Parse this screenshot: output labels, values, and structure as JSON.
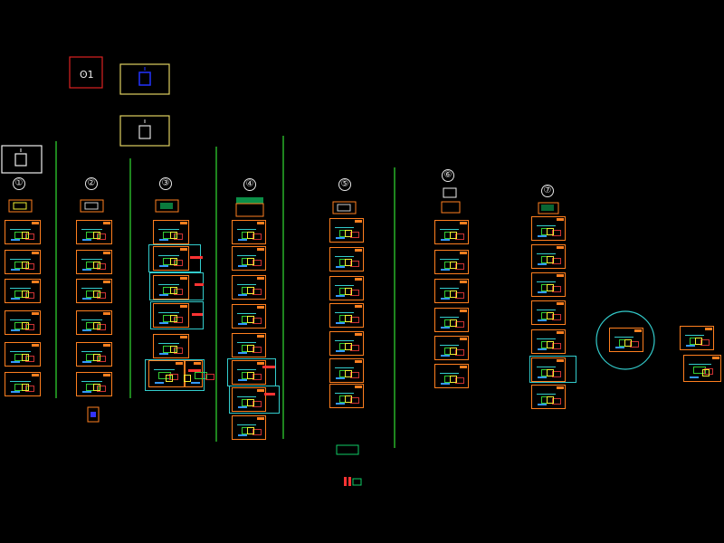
{
  "drawing": {
    "background": "#000000",
    "colors": {
      "sheet_frame": "#ff7f1f",
      "selection": "#33cccc",
      "divider": "#33dd33",
      "highlight": "#ff3333",
      "title_frame_red": "#dd2222",
      "title_frame_yellow": "#e0d060",
      "legend_blue": "#2233ff"
    },
    "column_labels": [
      "①",
      "②",
      "③",
      "④",
      "⑤",
      "⑥",
      "⑦"
    ],
    "icons": [
      "sheet-frame-icon",
      "circle-marker-icon",
      "title-block-icon"
    ]
  }
}
